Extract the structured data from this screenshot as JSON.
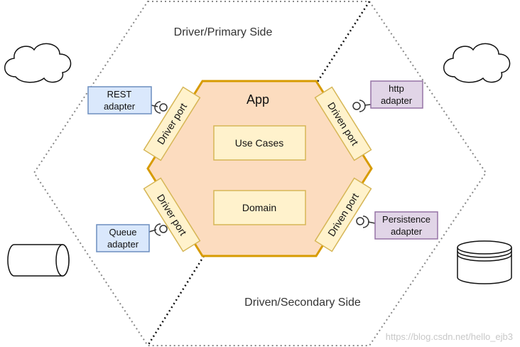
{
  "labels": {
    "driver_side": "Driver/Primary Side",
    "driven_side": "Driven/Secondary Side",
    "app": "App",
    "use_cases": "Use Cases",
    "domain": "Domain",
    "driver_port": "Driver port",
    "driven_port": "Driven port",
    "rest_adapter_line1": "REST",
    "rest_adapter_line2": "adapter",
    "queue_adapter_line1": "Queue",
    "queue_adapter_line2": "adapter",
    "http_adapter_line1": "http",
    "http_adapter_line2": "adapter",
    "persistence_adapter_line1": "Persistence",
    "persistence_adapter_line2": "adapter",
    "watermark": "https://blog.csdn.net/hello_ejb3"
  },
  "colors": {
    "app_fill": "#fcdcbf",
    "app_stroke": "#d79b00",
    "port_fill": "#fff2cc",
    "port_stroke": "#d6b656",
    "driver_adapter_fill": "#dae8fc",
    "driver_adapter_stroke": "#6c8ebf",
    "driven_adapter_fill": "#e1d5e7",
    "driven_adapter_stroke": "#9673a6"
  },
  "icons": {
    "left_actor": "cloud-icon",
    "right_actor": "cloud-icon",
    "left_store": "queue-cylinder-icon",
    "right_store": "database-icon"
  }
}
